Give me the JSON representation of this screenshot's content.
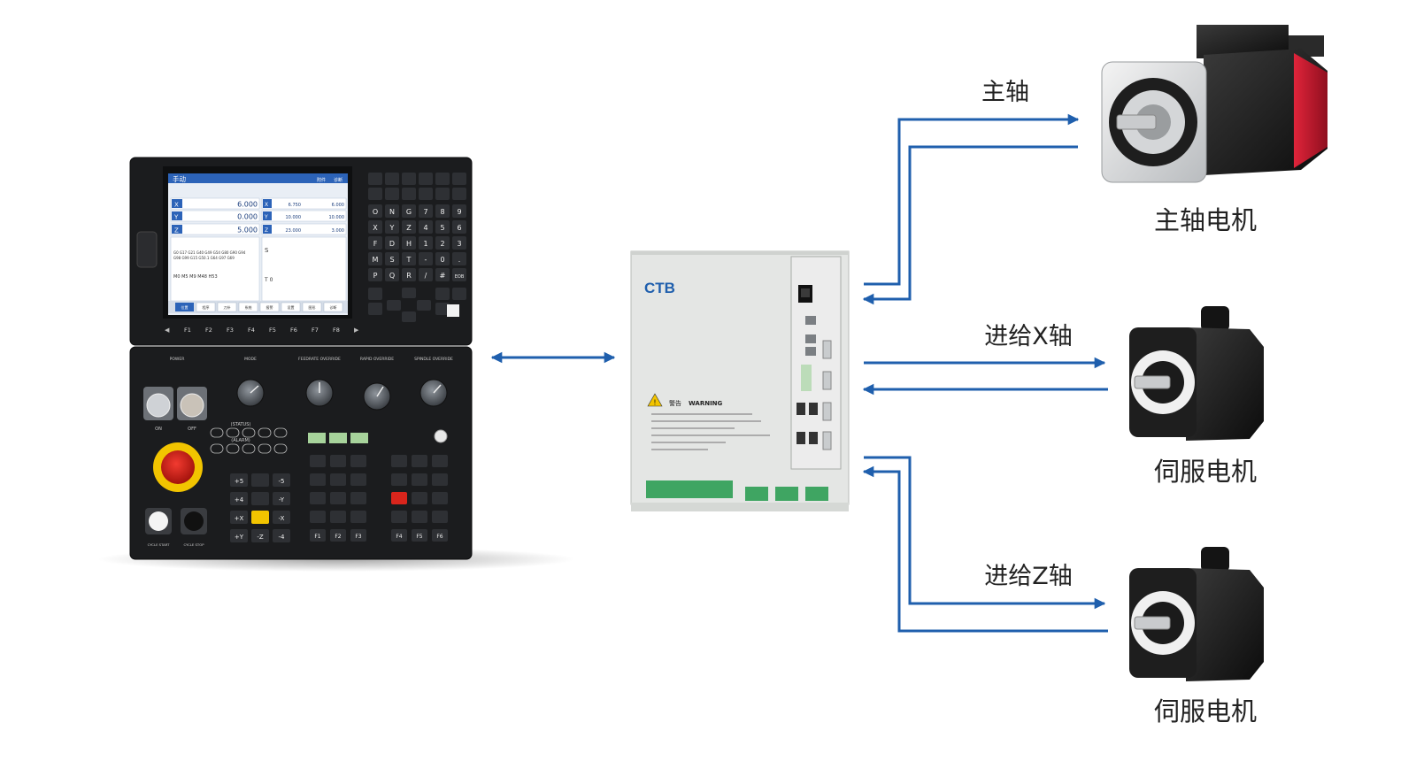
{
  "colors": {
    "arrow": "#1f5fad",
    "panel": "#1b1c1e",
    "screen_bg": "#e9eef5",
    "screen_header": "#2c63b8",
    "estop": "#d9251c",
    "drive_body": "#e4e6e4",
    "terminal": "#3fa562",
    "motor_red": "#c0162a"
  },
  "controller": {
    "screen": {
      "header_title": "手动",
      "header_buttons": [
        "附件",
        "诊断"
      ],
      "axes": [
        {
          "axis": "X",
          "value": "6.000"
        },
        {
          "axis": "Y",
          "value": "0.000"
        },
        {
          "axis": "Z",
          "value": "5.000"
        }
      ],
      "right_cols": [
        {
          "axis": "X",
          "a": "6.750",
          "b": "6.000"
        },
        {
          "axis": "Y",
          "a": "10.000",
          "b": "10.000"
        },
        {
          "axis": "Z",
          "a": "23.000",
          "b": "3.000"
        }
      ],
      "modal_line1": "G0 G17 G21 G40 G49 G54 G80 G90 G94",
      "modal_line2": "G98 G99 G15 G50.1 G64 G97 G69",
      "mcode_line": "M0 M5 M9 M48 H53",
      "s_label": "S",
      "t_label": "T 0",
      "tabs": [
        "位置",
        "程序",
        "刀补",
        "系统",
        "报警",
        "设置",
        "图形",
        "诊断"
      ]
    },
    "fkeys": [
      "F1",
      "F2",
      "F3",
      "F4",
      "F5",
      "F6",
      "F7",
      "F8"
    ],
    "keypad": [
      "O",
      "N",
      "G",
      "7",
      "8",
      "9",
      "X",
      "Y",
      "Z",
      "4",
      "5",
      "6",
      "F",
      "D",
      "H",
      "1",
      "2",
      "3",
      "M",
      "S",
      "T",
      "-",
      "0",
      ".",
      "P",
      "Q",
      "R",
      "/",
      "#",
      "EOB"
    ],
    "dials": [
      "MODE",
      "FEEDRATE OVERRIDE",
      "RAPID OVERRIDE",
      "SPINDLE OVERRIDE"
    ],
    "power_label": "POWER",
    "on_label": "ON",
    "off_label": "OFF",
    "status_label": "(STATUS)",
    "alarm_label": "(ALARM)",
    "jog_keys": [
      "+5",
      "-5",
      "+4",
      "-Y",
      "+X",
      "-X",
      "+Y",
      "-Z",
      "-4"
    ],
    "cycle_start_label": "CYCLE START",
    "cycle_stop_label": "CYCLE STOP",
    "bottom_fkeys": [
      "F1",
      "F2",
      "F3",
      "F4",
      "F5",
      "F6"
    ]
  },
  "drive": {
    "brand": "CTB",
    "warning_cn": "警告",
    "warning_en": "WARNING"
  },
  "labels": {
    "spindle_axis": "主轴",
    "spindle_motor": "主轴电机",
    "feed_x": "进给X轴",
    "servo_motor_1": "伺服电机",
    "feed_z": "进给Z轴",
    "servo_motor_2": "伺服电机"
  }
}
